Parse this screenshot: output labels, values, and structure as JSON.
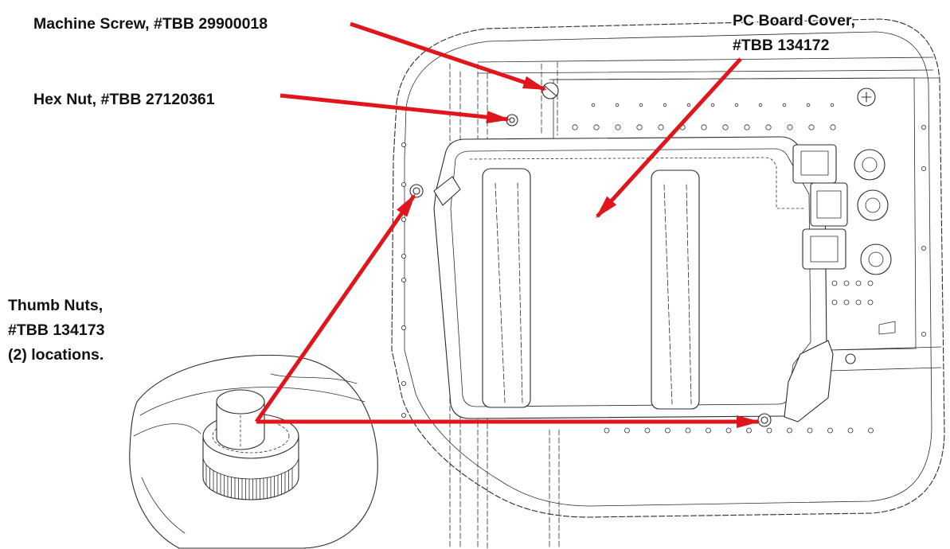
{
  "labels": {
    "machine_screw": "Machine Screw, #TBB 29900018",
    "hex_nut": "Hex Nut, #TBB 27120361",
    "pc_board_cover": {
      "line1": "PC Board Cover,",
      "line2": "#TBB 134172"
    },
    "thumb_nuts": {
      "line1": "Thumb Nuts,",
      "line2": "#TBB 134173",
      "line3": "(2) locations."
    }
  },
  "colors": {
    "arrow": "#e0161c",
    "line": "#2b2b2b",
    "text": "#111111",
    "background": "#ffffff"
  }
}
